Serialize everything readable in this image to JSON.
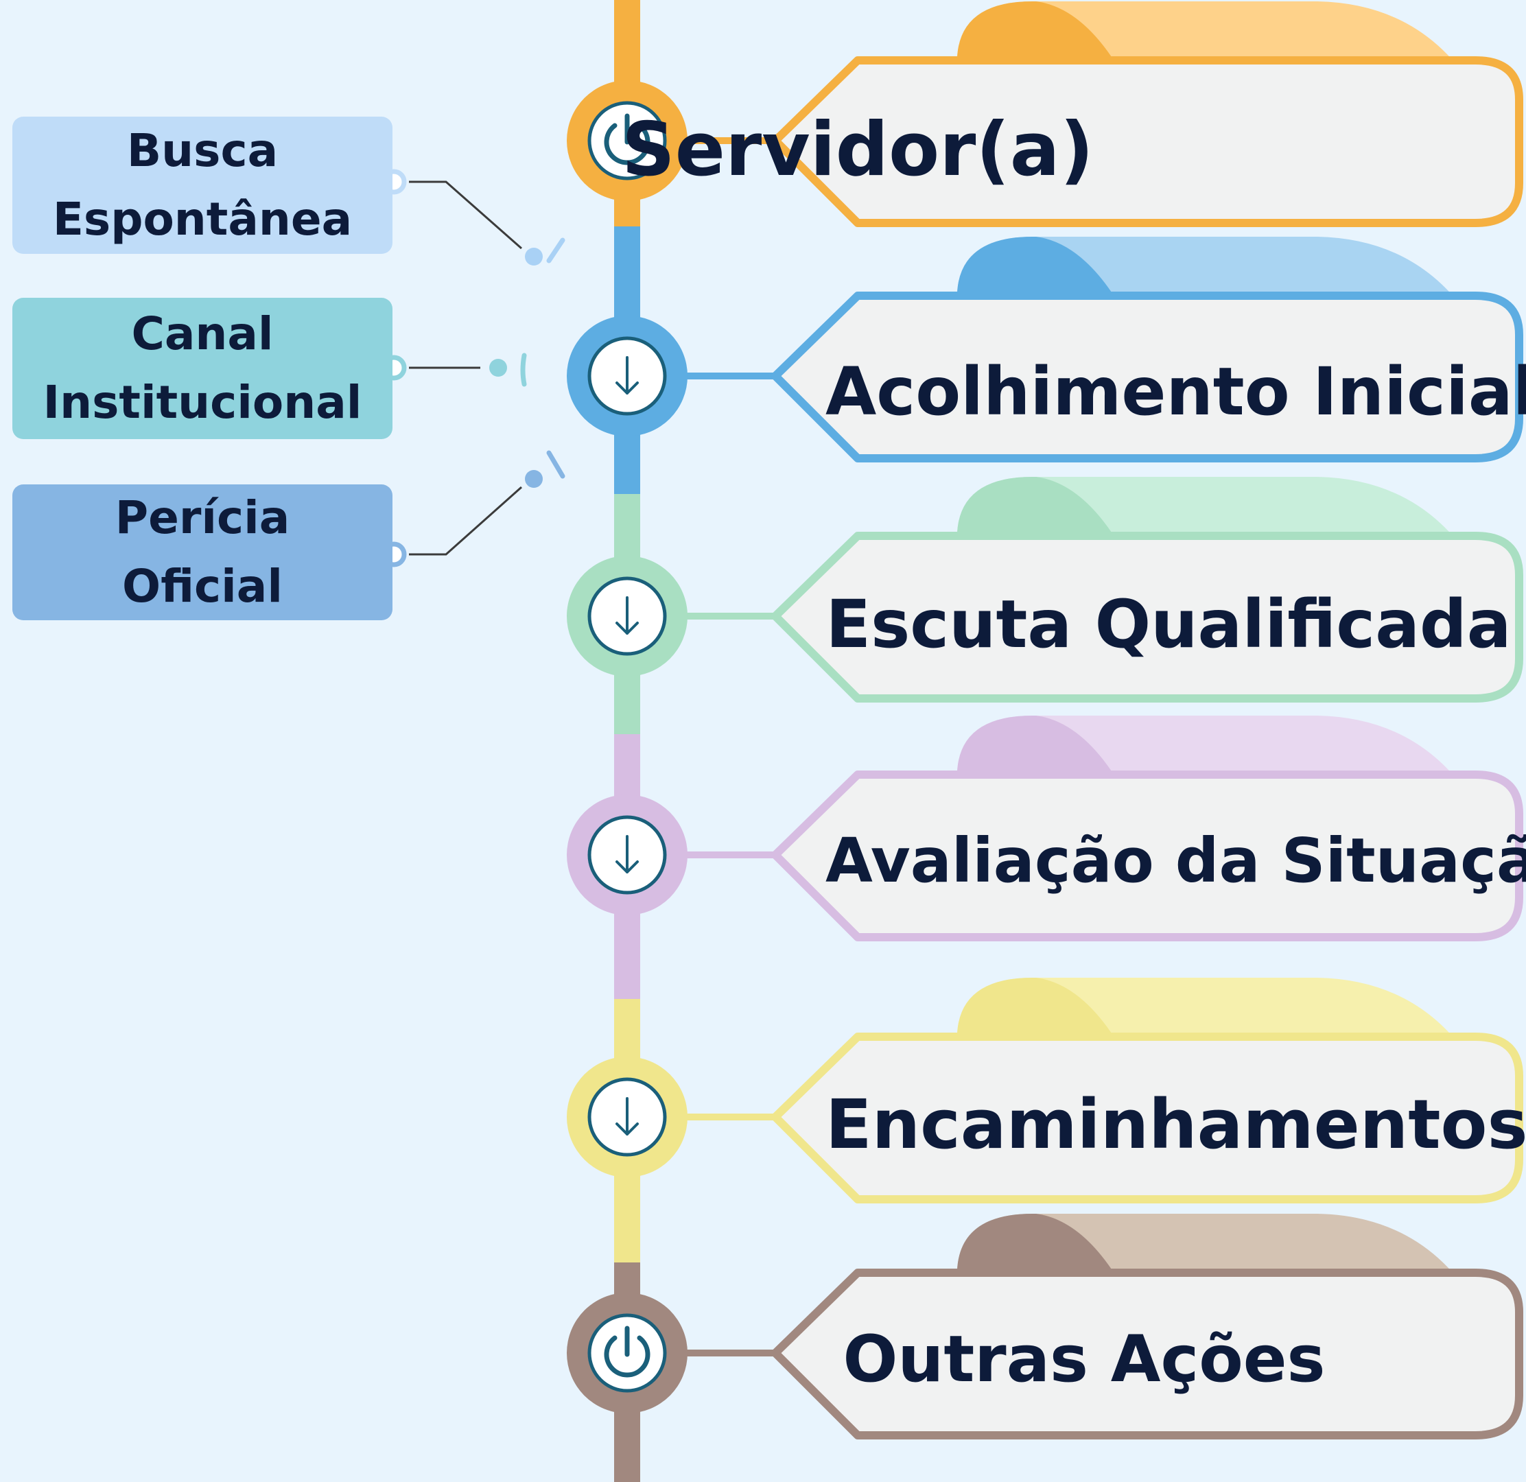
{
  "sources": [
    {
      "line1": "Busca",
      "line2": "Espontânea",
      "color": "#bfdcf8"
    },
    {
      "line1": "Canal",
      "line2": "Institucional",
      "color": "#8fd3dd"
    },
    {
      "line1": "Perícia",
      "line2": "Oficial",
      "color": "#86b5e3"
    }
  ],
  "steps": [
    {
      "label": "Servidor(a)",
      "icon": "power-icon",
      "color": "#f5b041",
      "light": "#fed28a"
    },
    {
      "label": "Acolhimento Inicial",
      "icon": "arrow-down-icon",
      "color": "#5dade2",
      "light": "#a9d4f2"
    },
    {
      "label": "Escuta Qualificada",
      "icon": "arrow-down-icon",
      "color": "#a9dfc2",
      "light": "#c8eedb"
    },
    {
      "label": "Avaliação da Situação",
      "icon": "arrow-down-icon",
      "color": "#d7bde2",
      "light": "#e8d8f0"
    },
    {
      "label": "Encaminhamentos",
      "icon": "arrow-down-icon",
      "color": "#f0e68c",
      "light": "#f6f0ad"
    },
    {
      "label": "Outras Ações",
      "icon": "power-icon",
      "color": "#a1887f",
      "light": "#d4c3b3"
    }
  ],
  "colors": {
    "text": "#0d1b3a",
    "icon_ring": "#1a5f7a",
    "background": "#e8f4fd",
    "card": "#f1f2f2"
  }
}
